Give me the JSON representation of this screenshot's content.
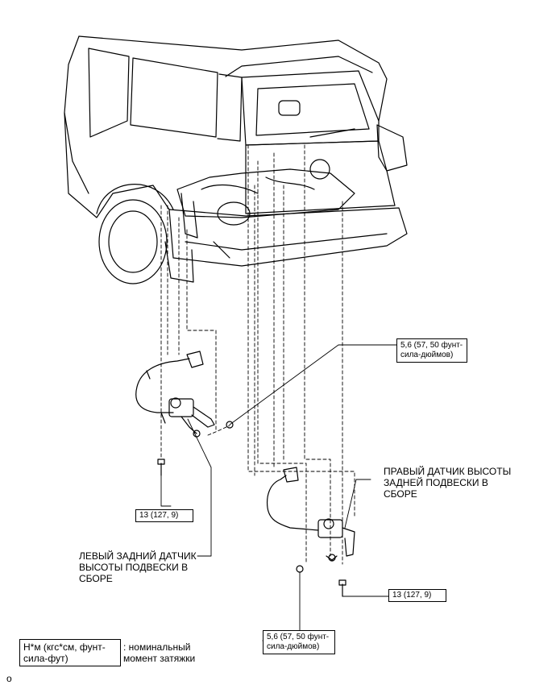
{
  "torque_labels": {
    "nut_upper": "5,6 (57, 50 фунт-\nсила-дюймов)",
    "bolt_left": "13 (127, 9)",
    "bolt_right": "13 (127, 9)",
    "nut_lower": "5,6 (57, 50 фунт-\nсила-дюймов)"
  },
  "part_labels": {
    "right_sensor": "ПРАВЫЙ ДАТЧИК ВЫСОТЫ\nЗАДНЕЙ ПОДВЕСКИ В\nСБОРЕ",
    "left_sensor": "ЛЕВЫЙ ЗАДНИЙ ДАТЧИК\nВЫСОТЫ ПОДВЕСКИ В\nСБОРЕ"
  },
  "legend": {
    "unit": "Н*м (кгс*см, фунт-\nсила-фут)",
    "meaning": ": номинальный\nмомент затяжки"
  },
  "footer_code": "o"
}
